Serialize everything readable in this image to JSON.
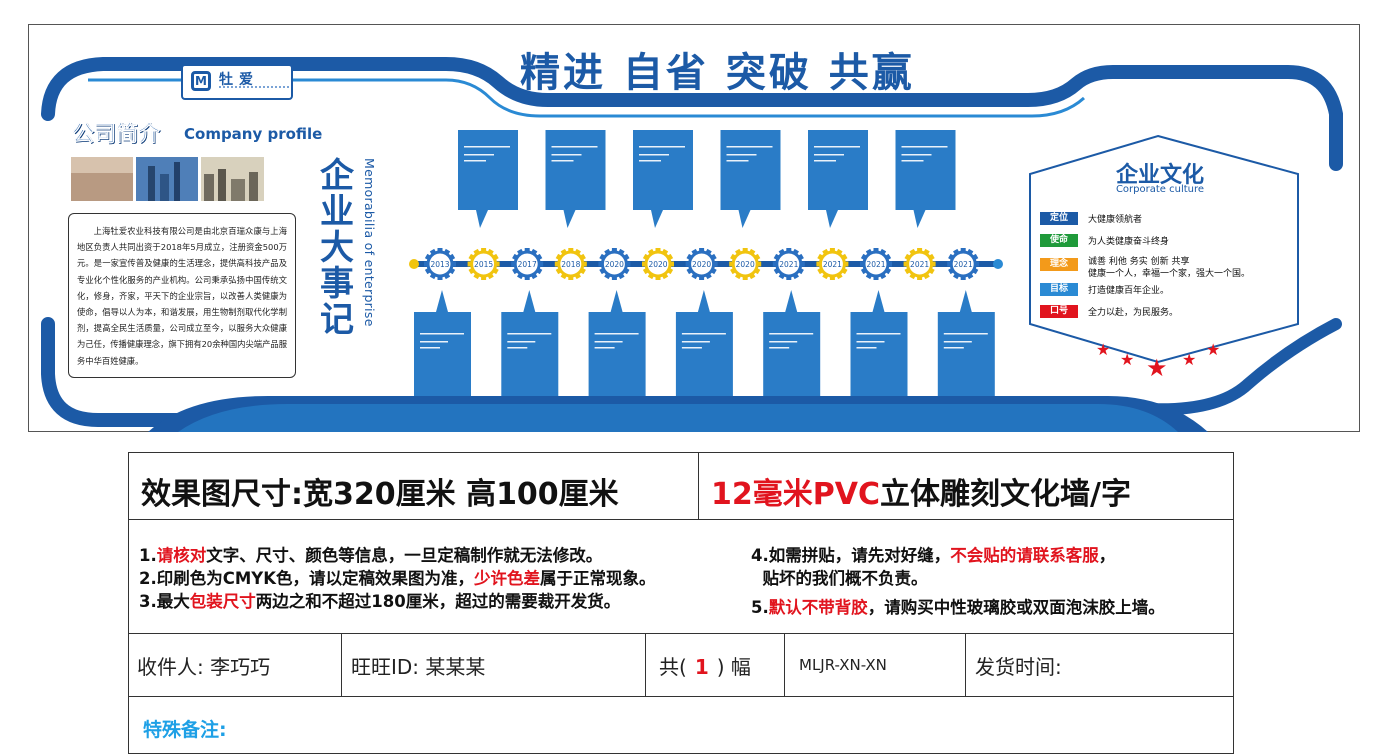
{
  "wall": {
    "logo_mark": "M",
    "logo_text": "牡爱",
    "slogan": "精进 自省 突破 共赢",
    "intro_title": "公司简介",
    "intro_title_en": "Company profile",
    "intro_text": "上海牡爱农业科技有限公司是由北京百瑞众康与上海地区负责人共同出资于2018年5月成立，注册资金500万元。是一家宣传普及健康的生活理念，提供高科技产品及专业化个性化服务的产业机构。公司秉承弘扬中国传统文化，修身，齐家，平天下的企业宗旨，以改善人类健康为使命，倡导以人为本，和谐发展，用生物制剂取代化学制剂，提高全民生活质量，公司成立至今，以服务大众健康为己任，传播健康理念，旗下拥有20余种国内尖端产品服务中华百姓健康。",
    "events_title": "企业大事记",
    "events_title_en": "Memorabilia of enterprise",
    "timeline_years": [
      "2013",
      "2015",
      "2017",
      "2018",
      "2020",
      "2020",
      "2020",
      "2020",
      "2021",
      "2021",
      "2021",
      "2021",
      "2021"
    ],
    "culture_title": "企业文化",
    "culture_title_en": "Corporate culture",
    "culture_values": [
      {
        "tag": "定位",
        "text": "大健康领航者",
        "color": "#1c5aa6"
      },
      {
        "tag": "使命",
        "text": "为人类健康奋斗终身",
        "color": "#1f9a3a"
      },
      {
        "tag": "理念",
        "text": "诚善 利他 务实 创新 共享",
        "text2": "健康一个人，幸福一个家，强大一个国。",
        "color": "#f39a1a"
      },
      {
        "tag": "目标",
        "text": "打造健康百年企业。",
        "color": "#2a8ad4"
      },
      {
        "tag": "口号",
        "text": "全力以赴，为民服务。",
        "color": "#e1141e"
      }
    ]
  },
  "spec": {
    "size": "效果图尺寸:宽320厘米  高100厘米",
    "material_red": "12毫米PVC",
    "material_rest": "立体雕刻文化墙/字",
    "n1_pre": "1.",
    "n1_red": "请核对",
    "n1_post": "文字、尺寸、颜色等信息，一旦定稿制作就无法修改。",
    "n2_pre": "2.印刷色为CMYK色，请以定稿效果图为准，",
    "n2_red": "少许色差",
    "n2_post": "属于正常现象。",
    "n3_pre": "3.最大",
    "n3_red": "包装尺寸",
    "n3_post": "两边之和不超过180厘米，超过的需要裁开发货。",
    "n4_pre": "4.如需拼贴，请先对好缝，",
    "n4_red": "不会贴的请联系客服",
    "n4_post": "，",
    "n4b": "  贴坏的我们概不负责。",
    "n5_pre": "5.",
    "n5_red": "默认不带背胶",
    "n5_post": "，请购买中性玻璃胶或双面泡沫胶上墙。",
    "recipient": "收件人: 李巧巧",
    "wangwang": "旺旺ID: 某某某",
    "count_pre": "共(",
    "count": "1",
    "count_post": ")  幅",
    "code": "MLJR-XN-XN",
    "ship_time": "发货时间:",
    "remark": "特殊备注:"
  }
}
